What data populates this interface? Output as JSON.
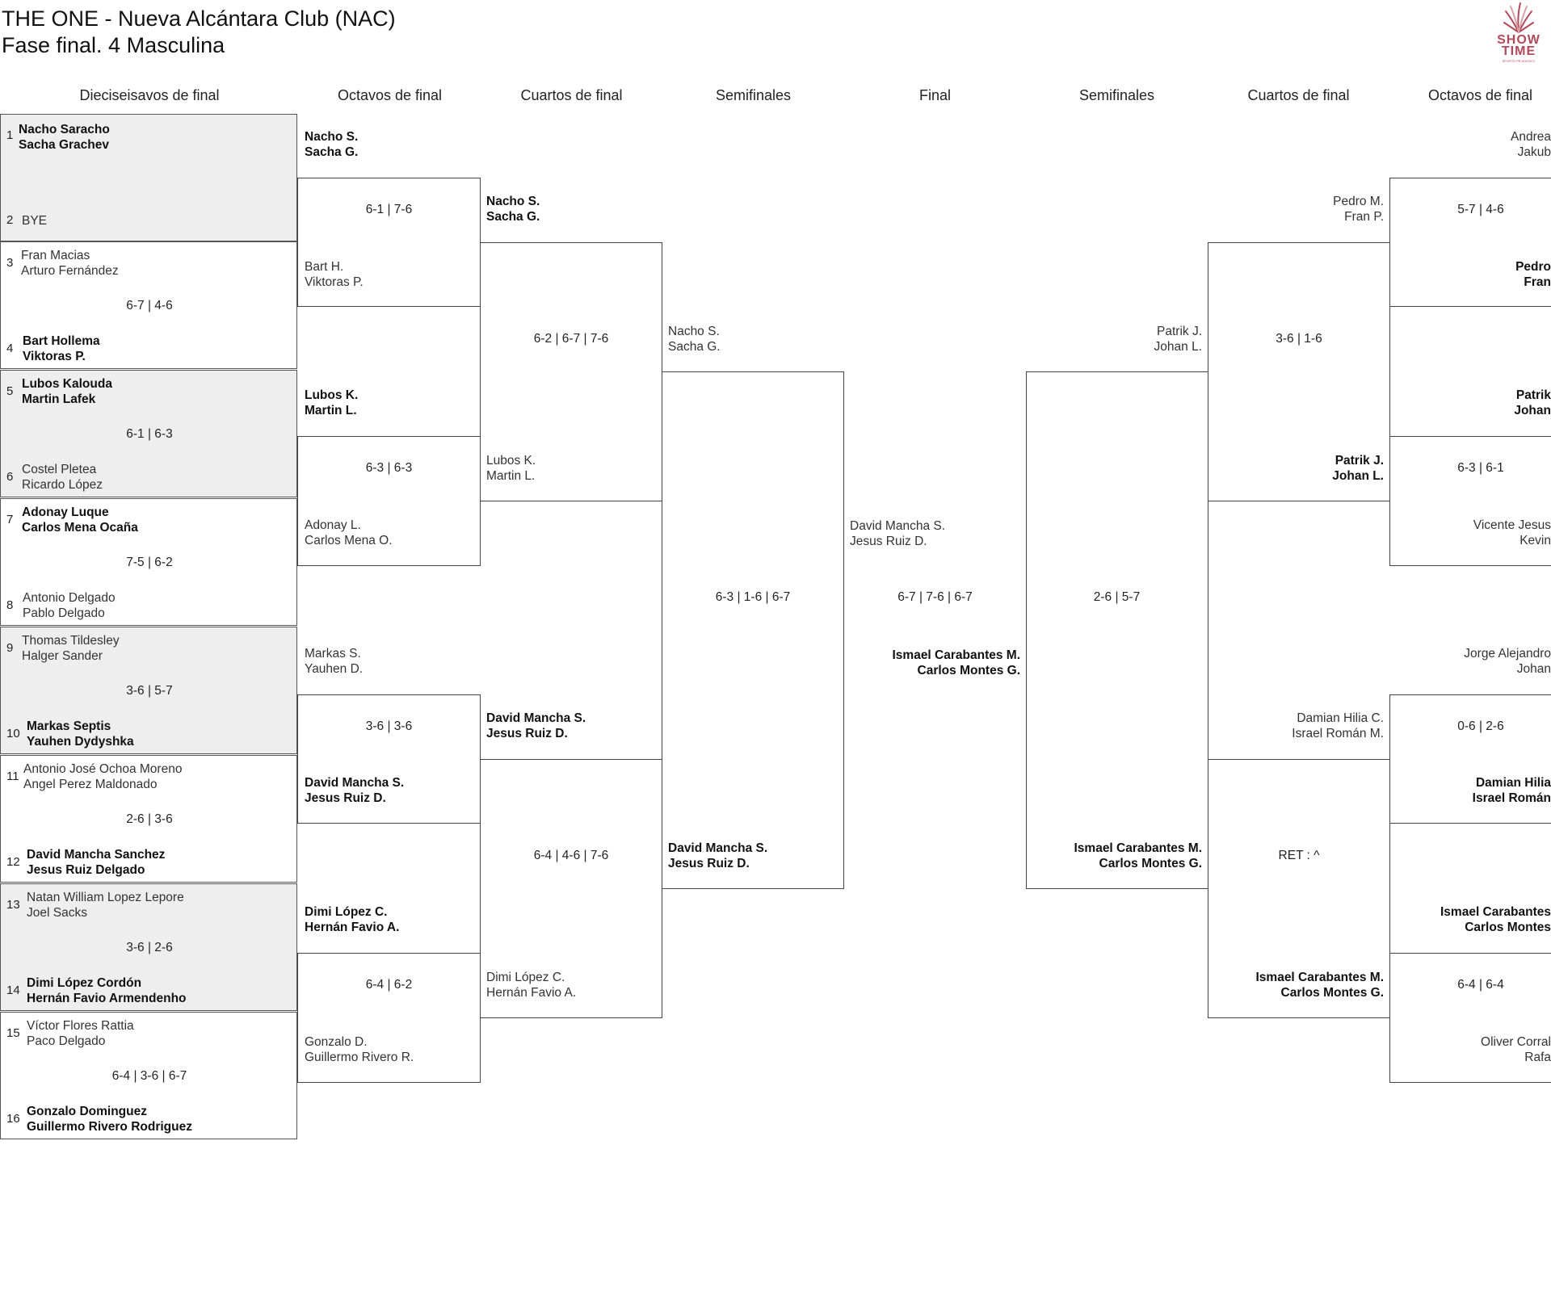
{
  "header": {
    "title_line1": "THE ONE - Nueva Alcántara Club (NAC)",
    "title_line2": "Fase final. 4 Masculina"
  },
  "logo": {
    "line1": "SHOW",
    "line2": "TIME",
    "tagline": "SPORTS PR AGENCY",
    "icon": "fireworks-logo-icon",
    "color": "#b0495a"
  },
  "round_headers": {
    "r32": "Dieciseisavos de final",
    "r16_left": "Octavos de final",
    "qf_left": "Cuartos de final",
    "sf_left": "Semifinales",
    "final": "Final",
    "sf_right": "Semifinales",
    "qf_right": "Cuartos de final",
    "r16_right": "Octavos de final"
  },
  "r32_matches": [
    {
      "seed_a": "1",
      "a1": "Nacho Saracho",
      "a2": "Sacha Grachev",
      "seed_b": "2",
      "b1": "BYE",
      "b2": "",
      "score": ""
    },
    {
      "seed_a": "3",
      "a1": "Fran Macias",
      "a2": "Arturo Fernández",
      "seed_b": "4",
      "b1": "Bart Hollema",
      "b2": "Viktoras P.",
      "score": "6-7 | 4-6"
    },
    {
      "seed_a": "5",
      "a1": "Lubos Kalouda",
      "a2": "Martin Lafek",
      "seed_b": "6",
      "b1": "Costel Pletea",
      "b2": "Ricardo López",
      "score": "6-1 | 6-3"
    },
    {
      "seed_a": "7",
      "a1": "Adonay Luque",
      "a2": "Carlos Mena Ocaña",
      "seed_b": "8",
      "b1": "Antonio Delgado",
      "b2": "Pablo Delgado",
      "score": "7-5 | 6-2"
    },
    {
      "seed_a": "9",
      "a1": "Thomas Tildesley",
      "a2": "Halger Sander",
      "seed_b": "10",
      "b1": "Markas Septis",
      "b2": "Yauhen Dydyshka",
      "score": "3-6 | 5-7"
    },
    {
      "seed_a": "11",
      "a1": "Antonio José Ochoa Moreno",
      "a2": "Angel Perez Maldonado",
      "seed_b": "12",
      "b1": "David Mancha Sanchez",
      "b2": "Jesus Ruiz Delgado",
      "score": "2-6 | 3-6"
    },
    {
      "seed_a": "13",
      "a1": "Natan William Lopez Lepore",
      "a2": "Joel Sacks",
      "seed_b": "14",
      "b1": "Dimi López Cordón",
      "b2": "Hernán Favio Armendenho",
      "score": "3-6 | 2-6"
    },
    {
      "seed_a": "15",
      "a1": "Víctor Flores Rattia",
      "a2": "Paco Delgado",
      "seed_b": "16",
      "b1": "Gonzalo Dominguez",
      "b2": "Guillermo Rivero Rodriguez",
      "score": "6-4 | 3-6 | 6-7"
    }
  ],
  "r16_left": [
    {
      "a1": "Nacho S.",
      "a2": "Sacha G.",
      "b1": "Bart H.",
      "b2": "Viktoras P.",
      "score": "6-1 | 7-6"
    },
    {
      "a1": "Lubos K.",
      "a2": "Martin L.",
      "b1": "Adonay L.",
      "b2": "Carlos Mena O.",
      "score": "6-3 | 6-3"
    },
    {
      "a1": "Markas S.",
      "a2": "Yauhen D.",
      "b1": "David Mancha S.",
      "b2": "Jesus Ruiz D.",
      "score": "3-6 | 3-6"
    },
    {
      "a1": "Dimi López C.",
      "a2": "Hernán Favio A.",
      "b1": "Gonzalo D.",
      "b2": "Guillermo Rivero R.",
      "score": "6-4 | 6-2"
    }
  ],
  "qf_left": [
    {
      "a1": "Nacho S.",
      "a2": "Sacha G.",
      "b1": "Lubos K.",
      "b2": "Martin L.",
      "score": "6-2 | 6-7 | 7-6"
    },
    {
      "a1": "David Mancha S.",
      "a2": "Jesus Ruiz D.",
      "b1": "Dimi López C.",
      "b2": "Hernán Favio A.",
      "score": "6-4 | 4-6 | 7-6"
    }
  ],
  "sf_left": {
    "a1": "Nacho S.",
    "a2": "Sacha G.",
    "b1": "David Mancha S.",
    "b2": "Jesus Ruiz D.",
    "score": "6-3 | 1-6 | 6-7"
  },
  "final": {
    "a1": "David Mancha S.",
    "a2": "Jesus Ruiz D.",
    "b1": "Ismael Carabantes M.",
    "b2": "Carlos Montes G.",
    "score": "6-7 | 7-6 | 6-7"
  },
  "sf_right": {
    "a1": "Patrik J.",
    "a2": "Johan L.",
    "b1": "Ismael Carabantes M.",
    "b2": "Carlos Montes G.",
    "score": "2-6 | 5-7"
  },
  "qf_right": [
    {
      "a1": "Pedro M.",
      "a2": "Fran P.",
      "b1": "Patrik J.",
      "b2": "Johan L.",
      "score": "3-6 | 1-6"
    },
    {
      "a1": "Damian Hilia C.",
      "a2": "Israel Román M.",
      "b1": "Ismael Carabantes M.",
      "b2": "Carlos Montes G.",
      "score": "RET : ^"
    }
  ],
  "r16_right": [
    {
      "a1": "Andrea",
      "a2": "Jakub",
      "b1": "Pedro",
      "b2": "Fran",
      "score": "5-7 | 4-6"
    },
    {
      "a1": "Patrik",
      "a2": "Johan",
      "b1": "Vicente Jesus",
      "b2": "Kevin",
      "score": "6-3 | 6-1"
    },
    {
      "a1": "Jorge Alejandro",
      "a2": "Johan",
      "b1": "Damian Hilia",
      "b2": "Israel Román",
      "score": "0-6 | 2-6"
    },
    {
      "a1": "Ismael Carabantes",
      "a2": "Carlos Montes",
      "b1": "Oliver Corral",
      "b2": "Rafa",
      "score": "6-4 | 6-4"
    }
  ]
}
